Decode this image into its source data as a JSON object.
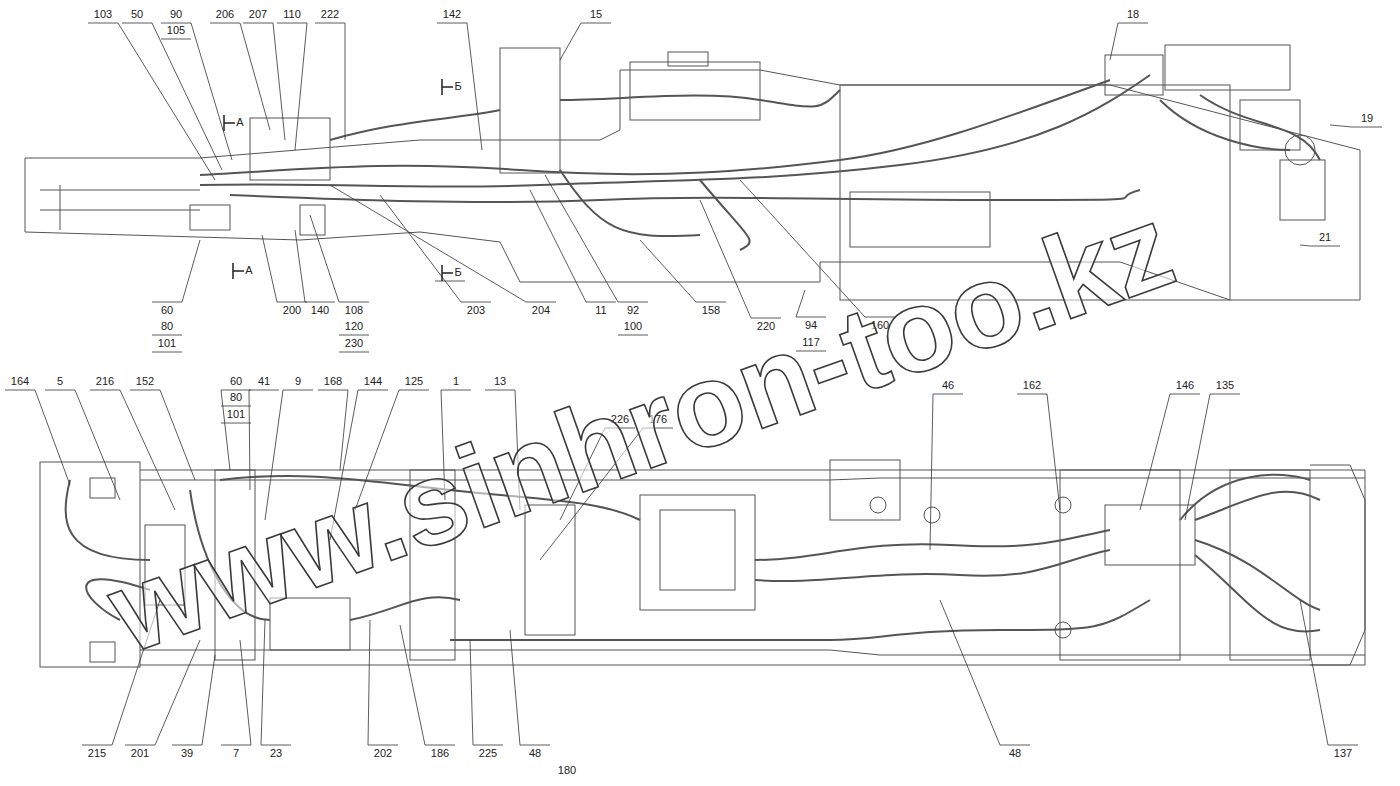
{
  "diagram": {
    "labels": [
      "103",
      "50",
      "90",
      "105",
      "206",
      "207",
      "110",
      "222",
      "142",
      "15",
      "18",
      "19",
      "21",
      "А",
      "А",
      "Б",
      "Б",
      "60",
      "80",
      "101",
      "200",
      "140",
      "108",
      "120",
      "230",
      "203",
      "204",
      "11",
      "92",
      "100",
      "158",
      "220",
      "94",
      "117",
      "160",
      "164",
      "5",
      "216",
      "152",
      "60",
      "80",
      "101",
      "41",
      "9",
      "168",
      "144",
      "125",
      "1",
      "13",
      "226",
      "176",
      "46",
      "162",
      "146",
      "135",
      "215",
      "201",
      "39",
      "7",
      "23",
      "202",
      "186",
      "225",
      "48",
      "180",
      "48",
      "137",
      "www.sinhron-too.kz"
    ]
  }
}
